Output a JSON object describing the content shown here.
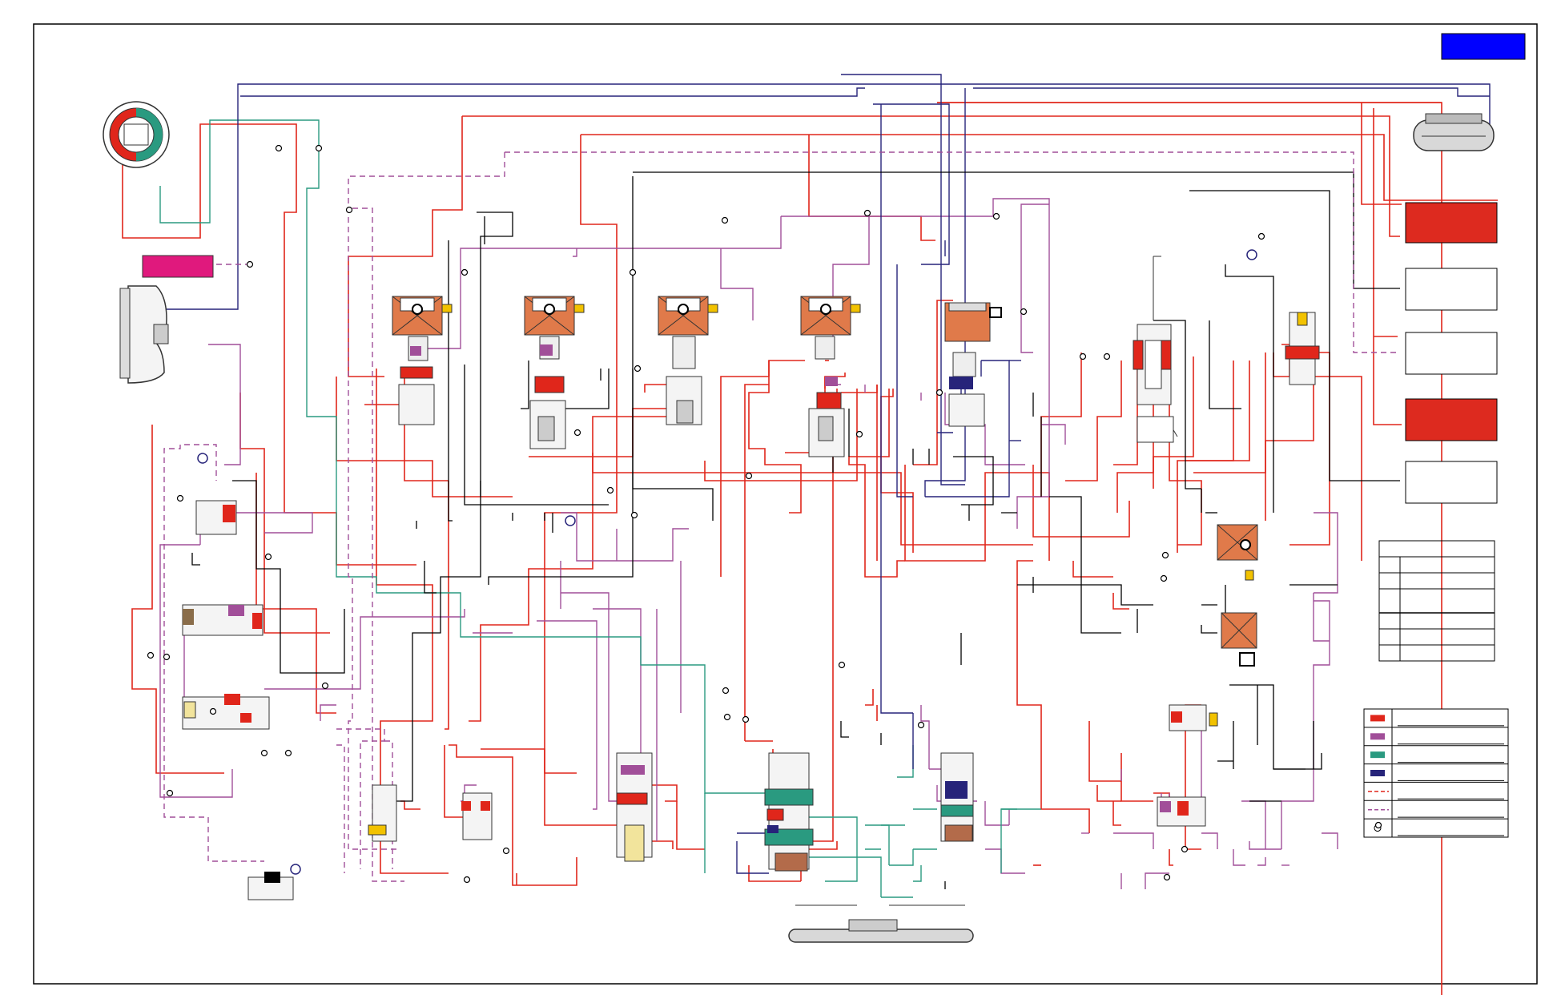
{
  "colors": {
    "line_pressure": "#e0261b",
    "regulated_pressure": "#a14f99",
    "lube_cooler": "#2a9a80",
    "converter_feed": "#27247a",
    "exhaust": "#000000",
    "title_box": "#0000ff",
    "frame": "#000000",
    "solenoid_coil": "#e07a4a",
    "connector": "#f2c200",
    "magenta_block": "#e0197d"
  },
  "components": {
    "pump": "pump",
    "filter": "filter",
    "torque_converter": "torque-converter",
    "cooler": "cooler",
    "solenoid_count": 6,
    "valve_count": 14
  },
  "legend": {
    "rows": [
      {
        "color_key": "line_pressure",
        "style": "solid-block"
      },
      {
        "color_key": "regulated_pressure",
        "style": "solid-block"
      },
      {
        "color_key": "lube_cooler",
        "style": "solid-block"
      },
      {
        "color_key": "converter_feed",
        "style": "solid-block"
      },
      {
        "color_key": "line_pressure",
        "style": "dashed"
      },
      {
        "color_key": "regulated_pressure",
        "style": "dashed"
      },
      {
        "color_key": "exhaust",
        "style": "orifice-symbol"
      }
    ]
  }
}
